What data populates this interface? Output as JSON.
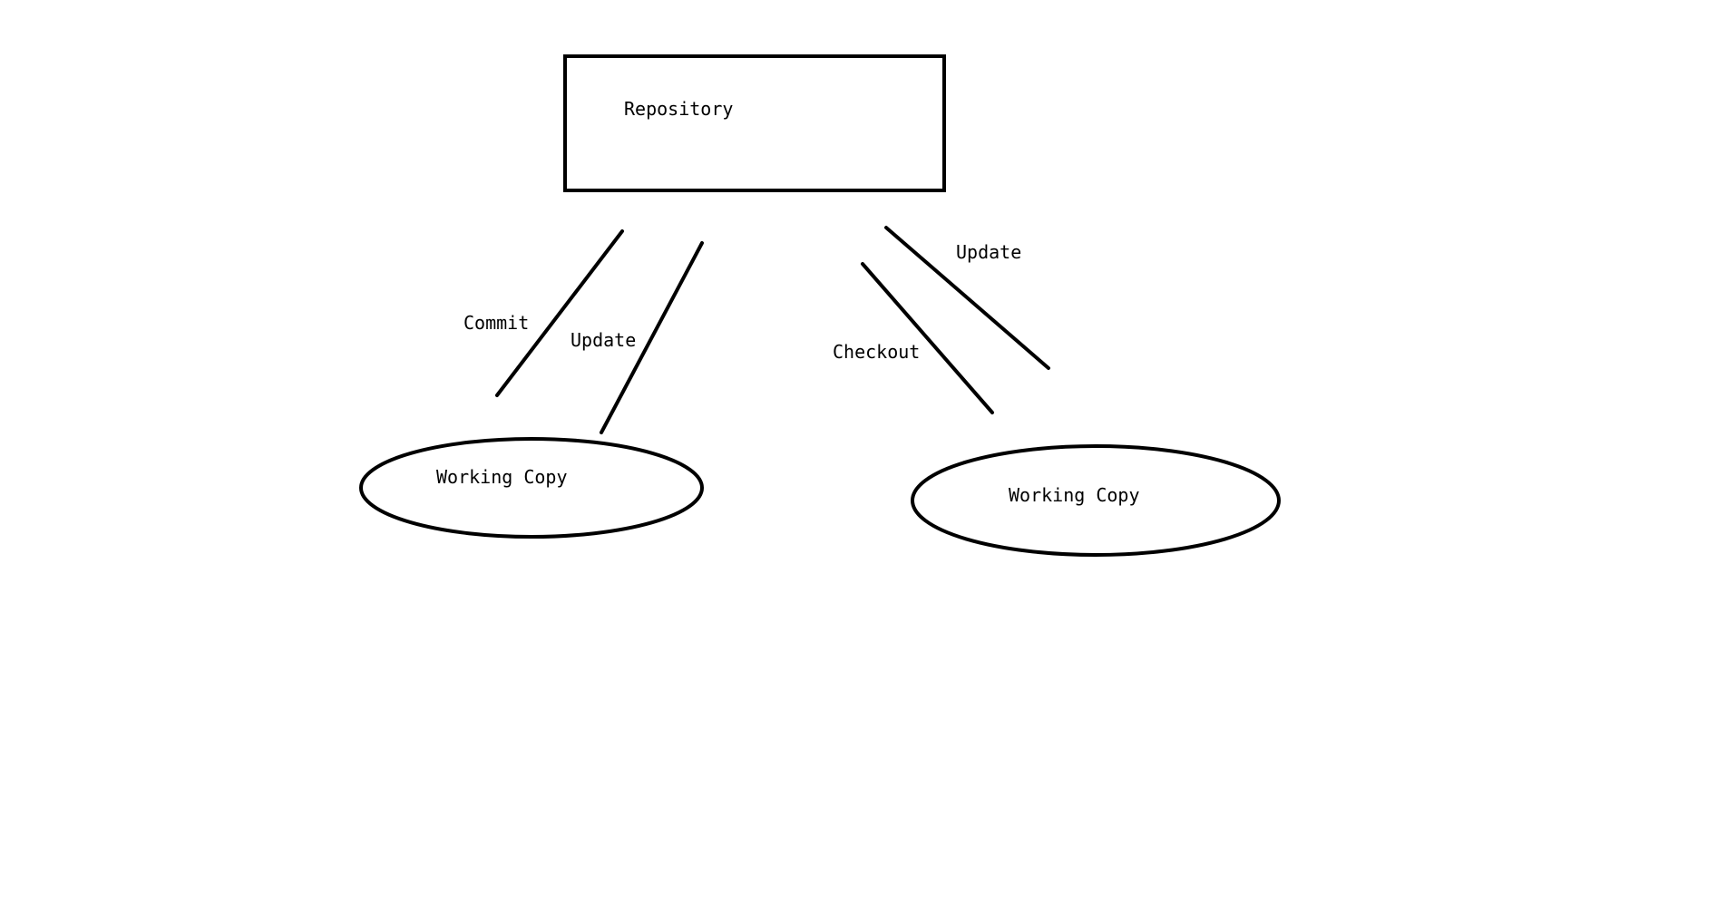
{
  "diagram": {
    "nodes": {
      "repository": {
        "label": "Repository",
        "shape": "rectangle"
      },
      "working_copy_left": {
        "label": "Working Copy",
        "shape": "ellipse"
      },
      "working_copy_right": {
        "label": "Working Copy",
        "shape": "ellipse"
      }
    },
    "edges": [
      {
        "from": "working_copy_left",
        "to": "repository",
        "label": "Commit"
      },
      {
        "from": "repository",
        "to": "working_copy_left",
        "label": "Update"
      },
      {
        "from": "repository",
        "to": "working_copy_right",
        "label": "Checkout"
      },
      {
        "from": "repository",
        "to": "working_copy_right",
        "label": "Update"
      }
    ]
  },
  "colors": {
    "background": "#ffffff",
    "stroke": "#000000",
    "text": "#000000"
  }
}
